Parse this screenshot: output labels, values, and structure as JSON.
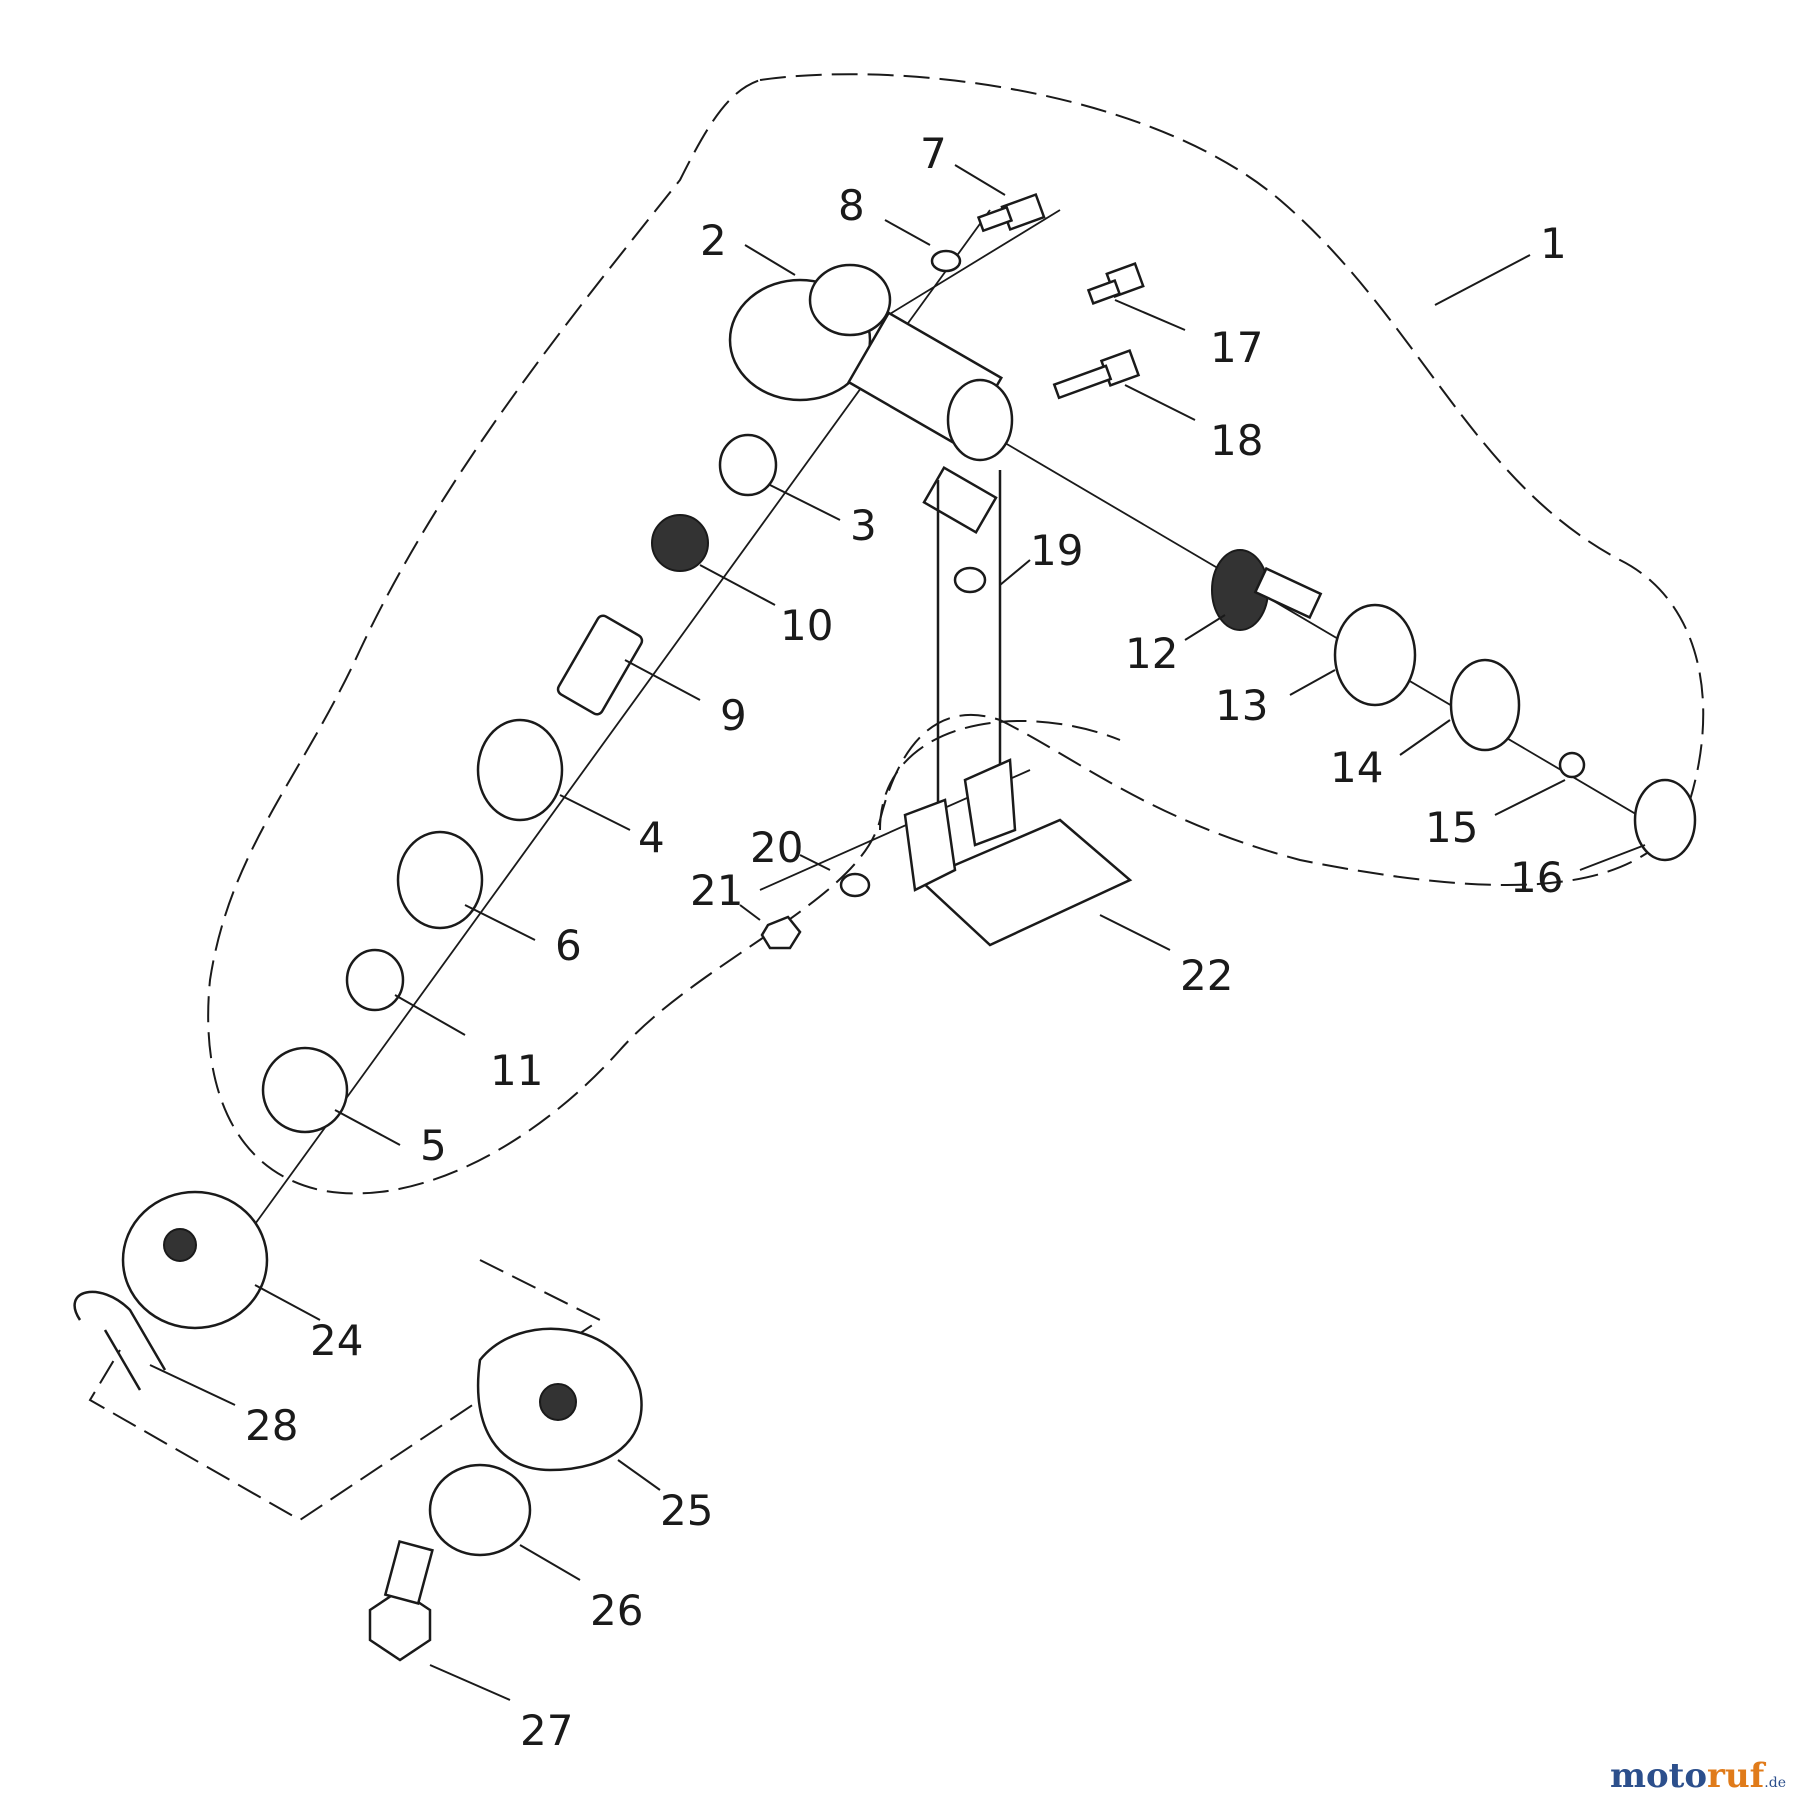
{
  "parts": [
    {
      "id": "p1",
      "label": "1"
    },
    {
      "id": "p2",
      "label": "2"
    },
    {
      "id": "p3",
      "label": "3"
    },
    {
      "id": "p4",
      "label": "4"
    },
    {
      "id": "p5",
      "label": "5"
    },
    {
      "id": "p6",
      "label": "6"
    },
    {
      "id": "p7",
      "label": "7"
    },
    {
      "id": "p8",
      "label": "8"
    },
    {
      "id": "p9",
      "label": "9"
    },
    {
      "id": "p10",
      "label": "10"
    },
    {
      "id": "p11",
      "label": "11"
    },
    {
      "id": "p12",
      "label": "12"
    },
    {
      "id": "p13",
      "label": "13"
    },
    {
      "id": "p14",
      "label": "14"
    },
    {
      "id": "p15",
      "label": "15"
    },
    {
      "id": "p16",
      "label": "16"
    },
    {
      "id": "p17",
      "label": "17"
    },
    {
      "id": "p18",
      "label": "18"
    },
    {
      "id": "p19",
      "label": "19"
    },
    {
      "id": "p20",
      "label": "20"
    },
    {
      "id": "p21",
      "label": "21"
    },
    {
      "id": "p22",
      "label": "22"
    },
    {
      "id": "p24",
      "label": "24"
    },
    {
      "id": "p25",
      "label": "25"
    },
    {
      "id": "p26",
      "label": "26"
    },
    {
      "id": "p27",
      "label": "27"
    },
    {
      "id": "p28",
      "label": "28"
    }
  ],
  "watermark": {
    "part1": "moto",
    "part2": "ruf",
    "suffix": ".de"
  }
}
